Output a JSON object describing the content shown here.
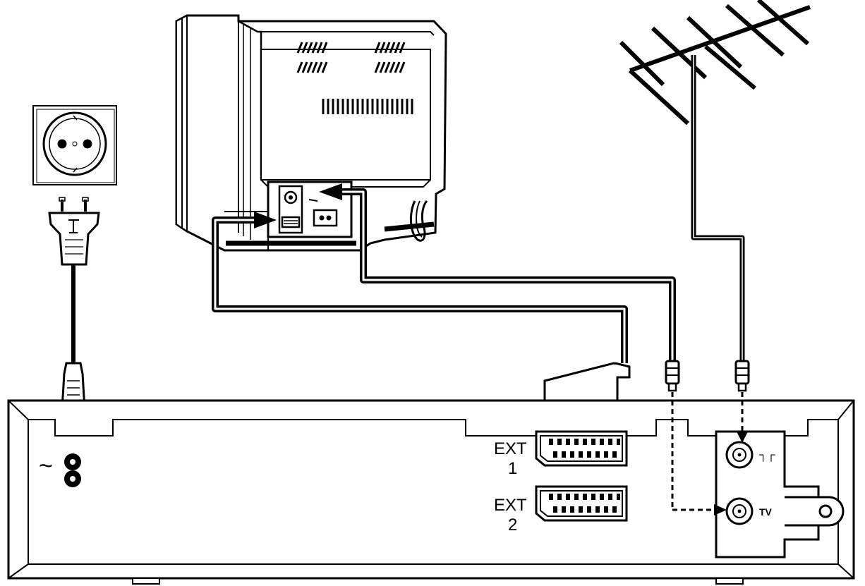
{
  "labels": {
    "ext1_line1": "EXT",
    "ext1_line2": "1",
    "ext2_line1": "EXT",
    "ext2_line2": "2",
    "tv": "TV",
    "mains_symbol": "~",
    "antenna_symbol": "┐┌"
  },
  "components": {
    "wall_socket": "wall-socket-icon",
    "mains_plug": "mains-plug-icon",
    "television": "television-rear-icon",
    "antenna": "antenna-icon",
    "vcr": "vcr-rear-panel",
    "scart_plug": "scart-plug-icon",
    "coax_plug_tv": "coax-plug-icon",
    "coax_plug_antenna": "coax-plug-icon"
  },
  "colors": {
    "ink": "#000000",
    "paper": "#ffffff",
    "panel_shadow": "#bbbbbb"
  }
}
